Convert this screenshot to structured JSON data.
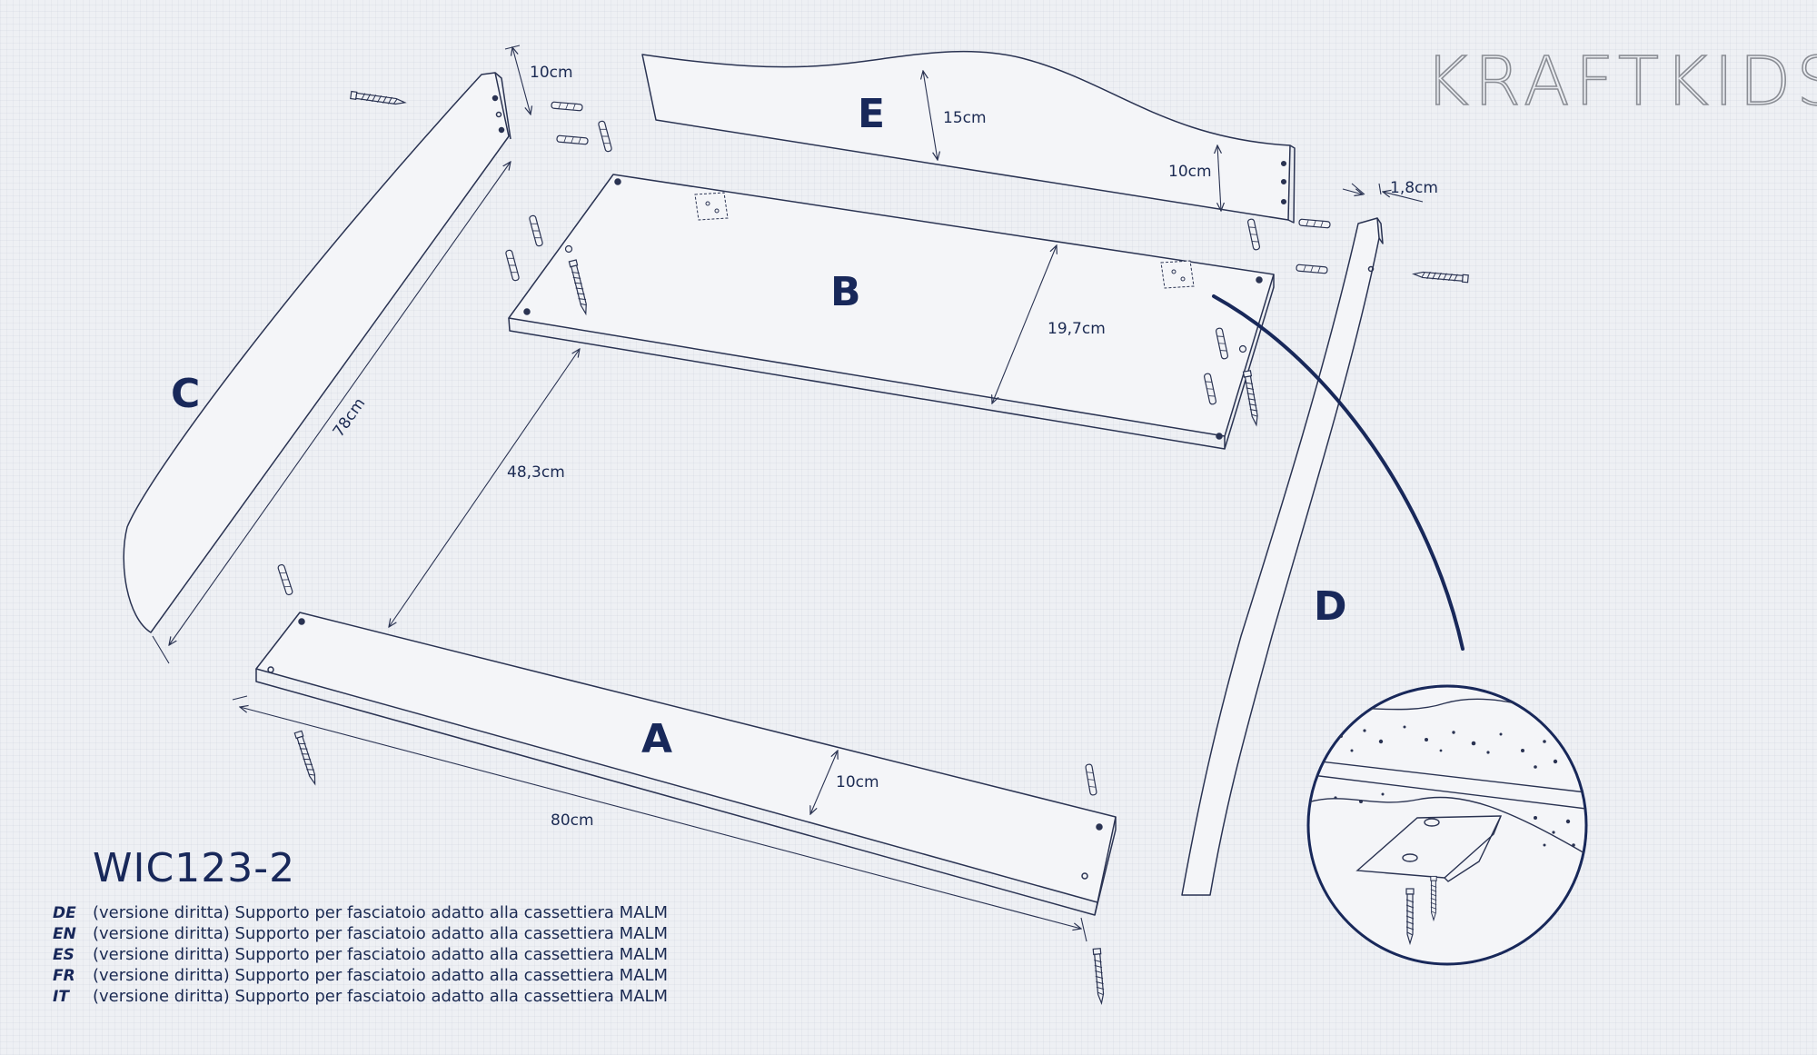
{
  "brand": {
    "logo_text": "KRAFTKIDS"
  },
  "parts": {
    "a": "A",
    "b": "B",
    "c": "C",
    "d": "D",
    "e": "E"
  },
  "dimensions": {
    "part_a_length": "80cm",
    "part_a_height": "10cm",
    "part_b_to_a_distance": "48,3cm",
    "part_b_depth": "19,7cm",
    "part_c_length": "78cm",
    "part_c_height": "10cm",
    "part_e_height_max": "15cm",
    "part_e_height_min": "10cm",
    "part_d_thickness": "1,8cm"
  },
  "product": {
    "code": "WIC123-2",
    "descriptions": [
      {
        "lang": "DE",
        "text": "(versione diritta) Supporto per fasciatoio adatto alla cassettiera MALM"
      },
      {
        "lang": "EN",
        "text": "(versione diritta) Supporto per fasciatoio adatto alla cassettiera MALM"
      },
      {
        "lang": "ES",
        "text": "(versione diritta) Supporto per fasciatoio adatto alla cassettiera MALM"
      },
      {
        "lang": "FR",
        "text": "(versione diritta) Supporto per fasciatoio adatto alla cassettiera MALM"
      },
      {
        "lang": "IT",
        "text": "(versione diritta) Supporto per fasciatoio adatto alla cassettiera MALM"
      }
    ]
  },
  "colors": {
    "ink": "#18285a",
    "line": "#2a3352",
    "logo": "#8a8d94",
    "background": "#eef0f4"
  }
}
